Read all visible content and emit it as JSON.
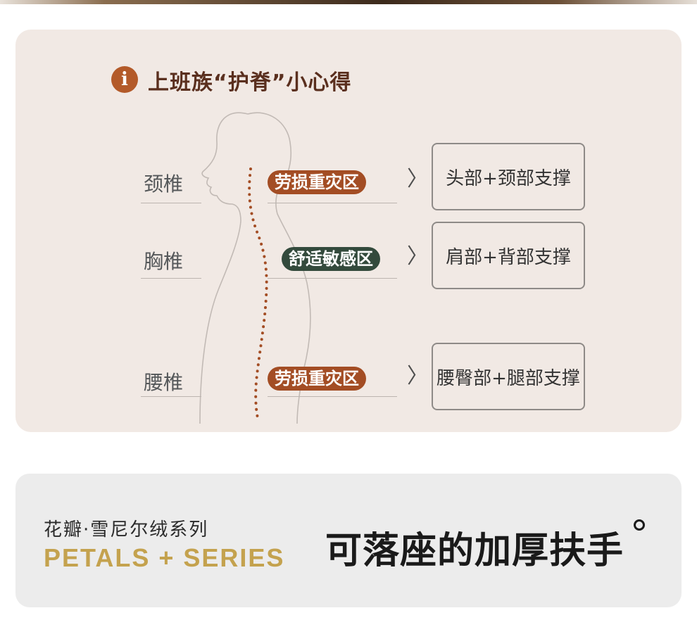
{
  "info": {
    "icon_name": "info-icon",
    "icon_glyph": "i",
    "title": "上班族“护脊”小心得"
  },
  "spine_rows": [
    {
      "region": "颈椎",
      "zone": "劳损重灾区",
      "zone_type": "strain",
      "support": "头部+颈部支撑"
    },
    {
      "region": "胸椎",
      "zone": "舒适敏感区",
      "zone_type": "comfort",
      "support": "肩部+背部支撑"
    },
    {
      "region": "腰椎",
      "zone": "劳损重灾区",
      "zone_type": "strain",
      "support": "腰臀部+腿部支撑"
    }
  ],
  "chevron_glyph": "〉",
  "series": {
    "name_cn": "花瓣·雪尼尔绒系列",
    "name_en": "PETALS + SERIES",
    "headline": "可落座的加厚扶手"
  },
  "colors": {
    "strain": "#a34d24",
    "comfort": "#334a3c",
    "accent_gold": "#c4a24e",
    "card_bg": "#f1e9e4"
  }
}
